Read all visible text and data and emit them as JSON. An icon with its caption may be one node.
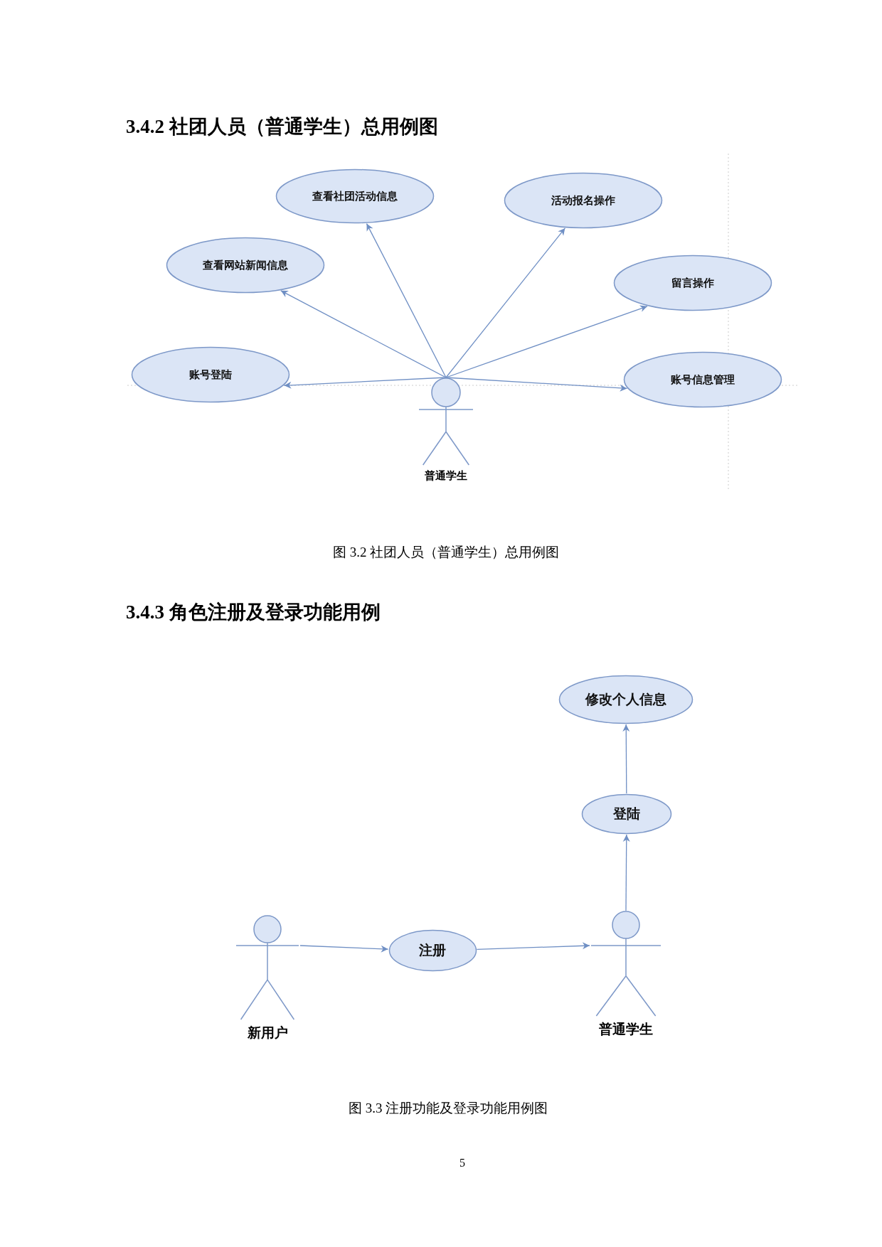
{
  "diagram": {
    "nodes": [
      {
        "text": [
          "查看社团活动信息"
        ]
      },
      {
        "text": [
          "活动报名操作"
        ]
      },
      {
        "text": [
          "查看网站新闻信息"
        ]
      },
      {
        "text": [
          "留言操作"
        ]
      },
      {
        "text": [
          "账号登陆"
        ]
      },
      {
        "text": [
          "账号信息管理"
        ]
      },
      {
        "text": [
          "普通学生"
        ]
      },
      {
        "text": [
          "修改个人信息"
        ]
      },
      {
        "text": [
          "登陆"
        ]
      },
      {
        "text": [
          "新用户"
        ]
      },
      {
        "text": [
          "注册"
        ]
      },
      {
        "text": [
          "普通学生"
        ]
      }
    ],
    "edges": [
      {
        "from": 6,
        "to": 0,
        "arrow": "to"
      },
      {
        "from": 6,
        "to": 1,
        "arrow": "to"
      },
      {
        "from": 6,
        "to": 2,
        "arrow": "to"
      },
      {
        "from": 6,
        "to": 3,
        "arrow": "to"
      },
      {
        "from": 6,
        "to": 4,
        "arrow": "to"
      },
      {
        "from": 6,
        "to": 5,
        "arrow": "to"
      },
      {
        "from": 9,
        "to": 10,
        "arrow": "to"
      },
      {
        "from": 10,
        "to": 11,
        "arrow": "to"
      },
      {
        "from": 11,
        "to": 8,
        "arrow": "to"
      },
      {
        "from": 8,
        "to": 7,
        "arrow": "to"
      }
    ],
    "labels": [
      "3.4.2 社团人员（普通学生）总用例图",
      "图 3.2 社团人员（普通学生）总用例图",
      "3.4.3 角色注册及登录功能用例",
      "图 3.3 注册功能及登录功能用例图",
      "5"
    ]
  }
}
